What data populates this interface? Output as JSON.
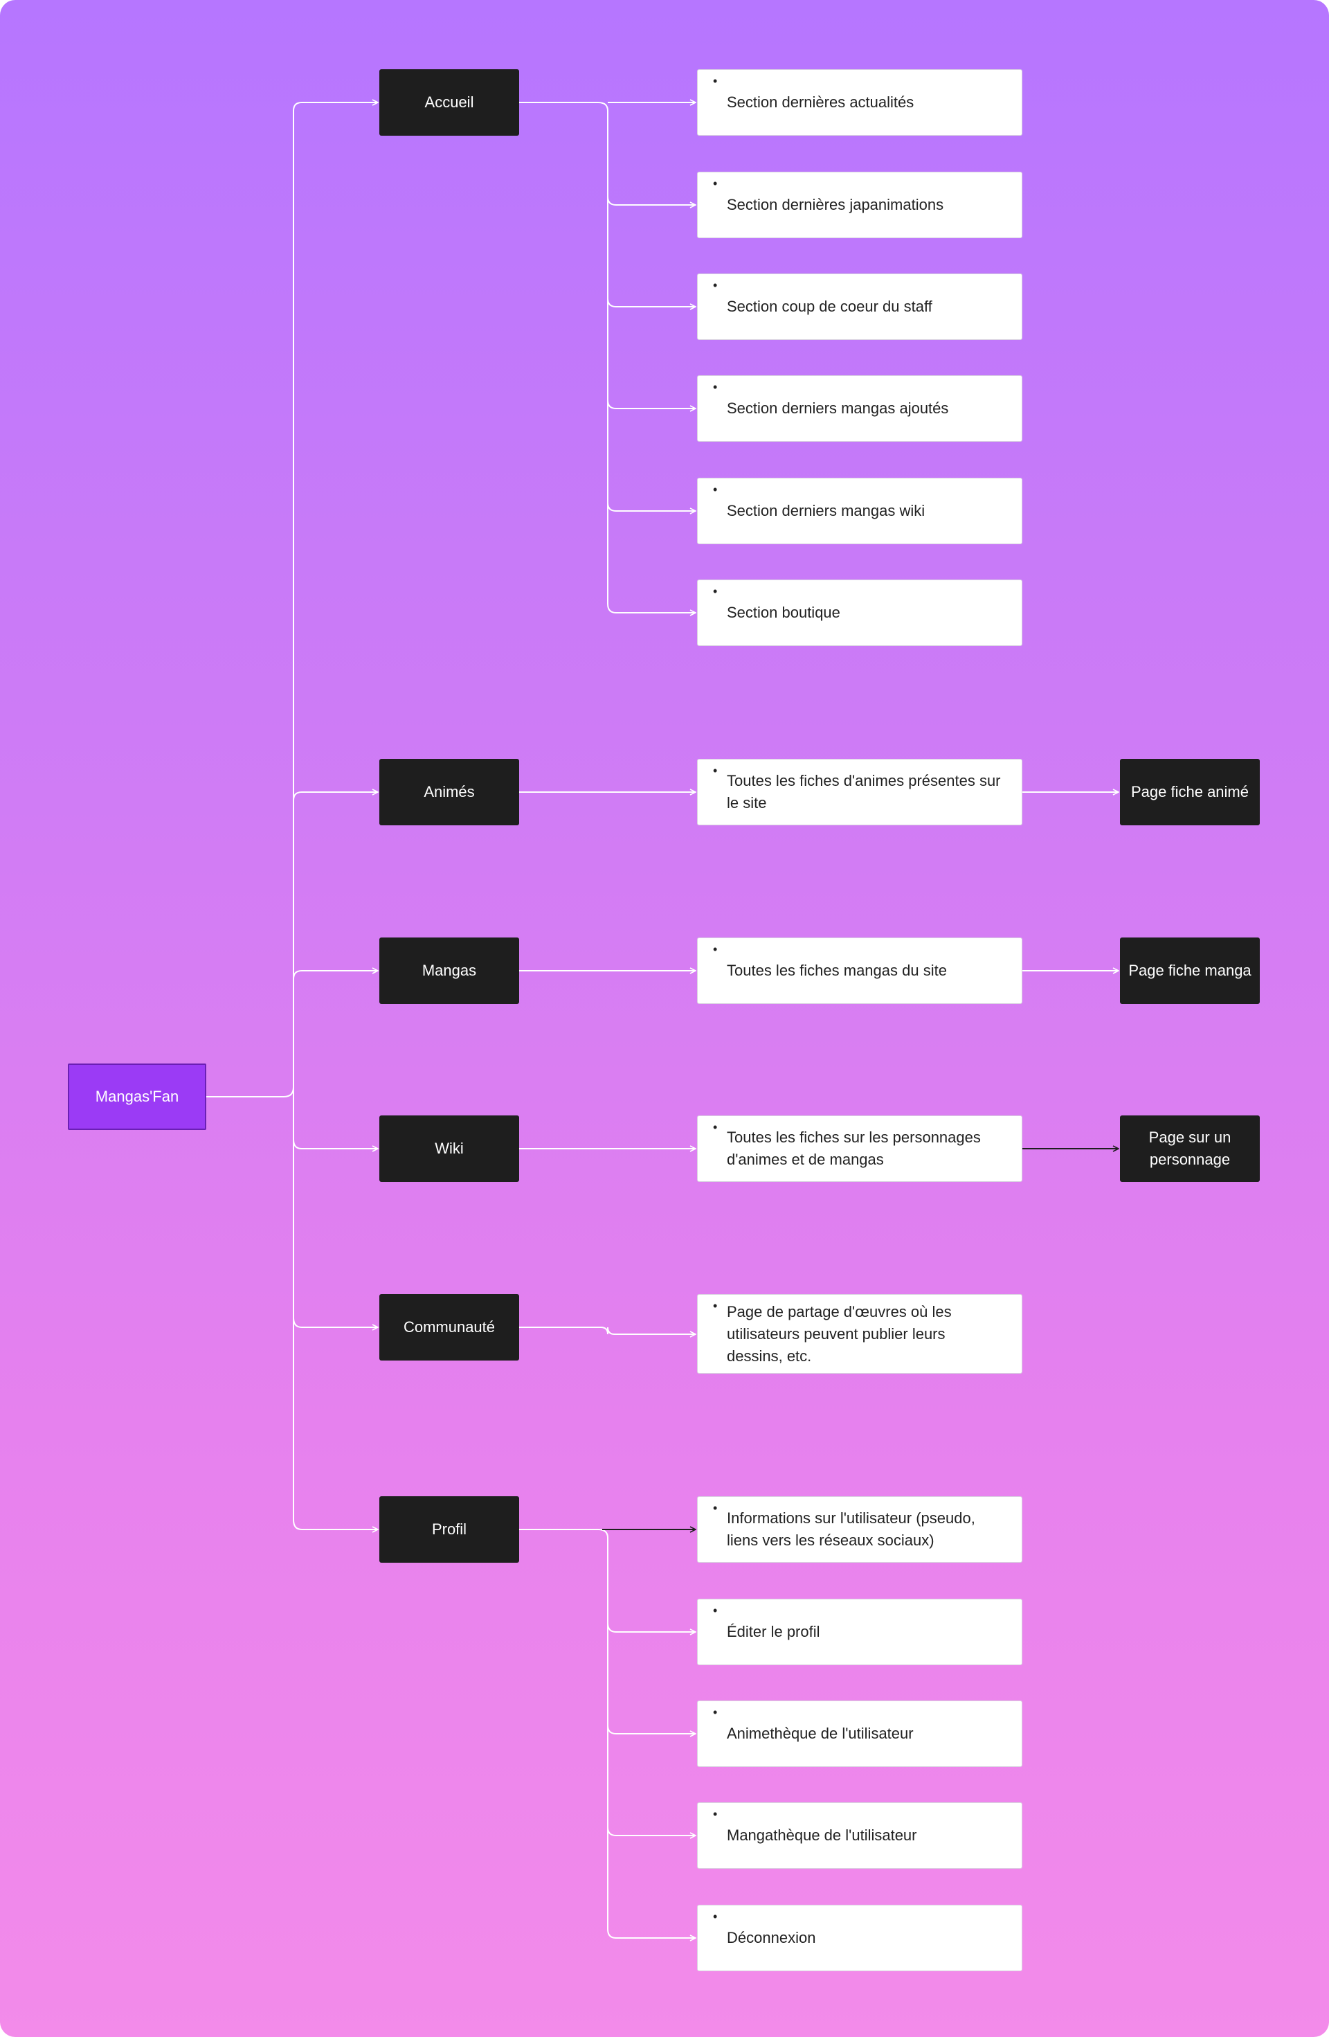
{
  "root": {
    "label": "Mangas'Fan"
  },
  "sections": {
    "accueil": {
      "label": "Accueil",
      "items": [
        "Section dernières actualités",
        "Section dernières japanimations",
        "Section coup de coeur du staff",
        "Section derniers mangas ajoutés",
        "Section derniers mangas wiki",
        "Section boutique"
      ]
    },
    "animes": {
      "label": "Animés",
      "items": [
        "Toutes les fiches d'animes présentes sur le site"
      ],
      "detail": "Page fiche animé"
    },
    "mangas": {
      "label": "Mangas",
      "items": [
        "Toutes les fiches mangas du site"
      ],
      "detail": "Page fiche manga"
    },
    "wiki": {
      "label": "Wiki",
      "items": [
        "Toutes les fiches sur les personnages d'animes et de mangas"
      ],
      "detail": "Page sur un personnage"
    },
    "communaute": {
      "label": "Communauté",
      "items": [
        "Page de partage d'œuvres où les utilisateurs peuvent publier leurs dessins, etc."
      ]
    },
    "profil": {
      "label": "Profil",
      "items": [
        "Informations sur l'utilisateur (pseudo, liens vers les réseaux sociaux)",
        "Éditer le profil",
        "Animethèque de l'utilisateur",
        "Mangathèque de l'utilisateur",
        "Déconnexion"
      ]
    }
  },
  "colors": {
    "gradient_top": "#b676ff",
    "gradient_bottom": "#f38bea",
    "root_fill": "#9b3bf5",
    "node_dark": "#1e1e1e",
    "card_fill": "#ffffff",
    "connector": "#ffffff",
    "connector_dark": "#1e1e1e"
  }
}
